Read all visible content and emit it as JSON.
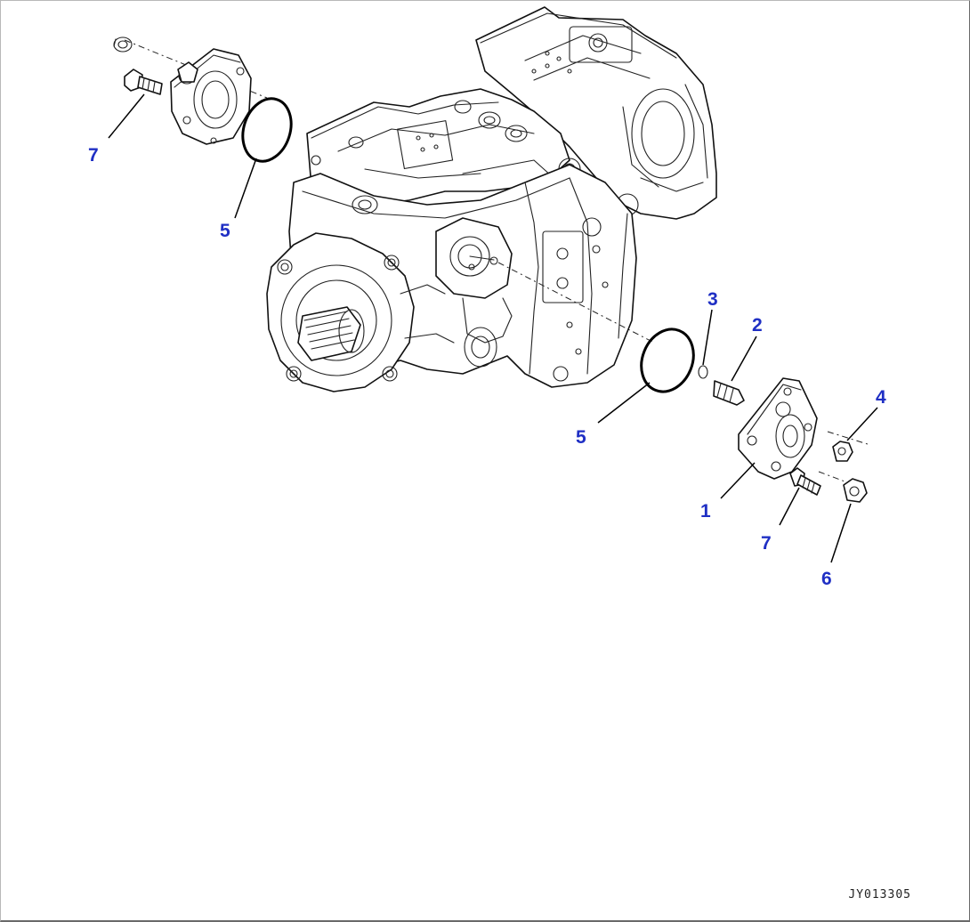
{
  "callouts": [
    {
      "id": "c7a",
      "label": "7"
    },
    {
      "id": "c5a",
      "label": "5"
    },
    {
      "id": "c3",
      "label": "3"
    },
    {
      "id": "c2",
      "label": "2"
    },
    {
      "id": "c4",
      "label": "4"
    },
    {
      "id": "c5b",
      "label": "5"
    },
    {
      "id": "c1",
      "label": "1"
    },
    {
      "id": "c7b",
      "label": "7"
    },
    {
      "id": "c6",
      "label": "6"
    }
  ],
  "drawing_code": "JY013305",
  "colors": {
    "callout": "#1f2fc4",
    "line": "#111111",
    "background": "#ffffff"
  }
}
